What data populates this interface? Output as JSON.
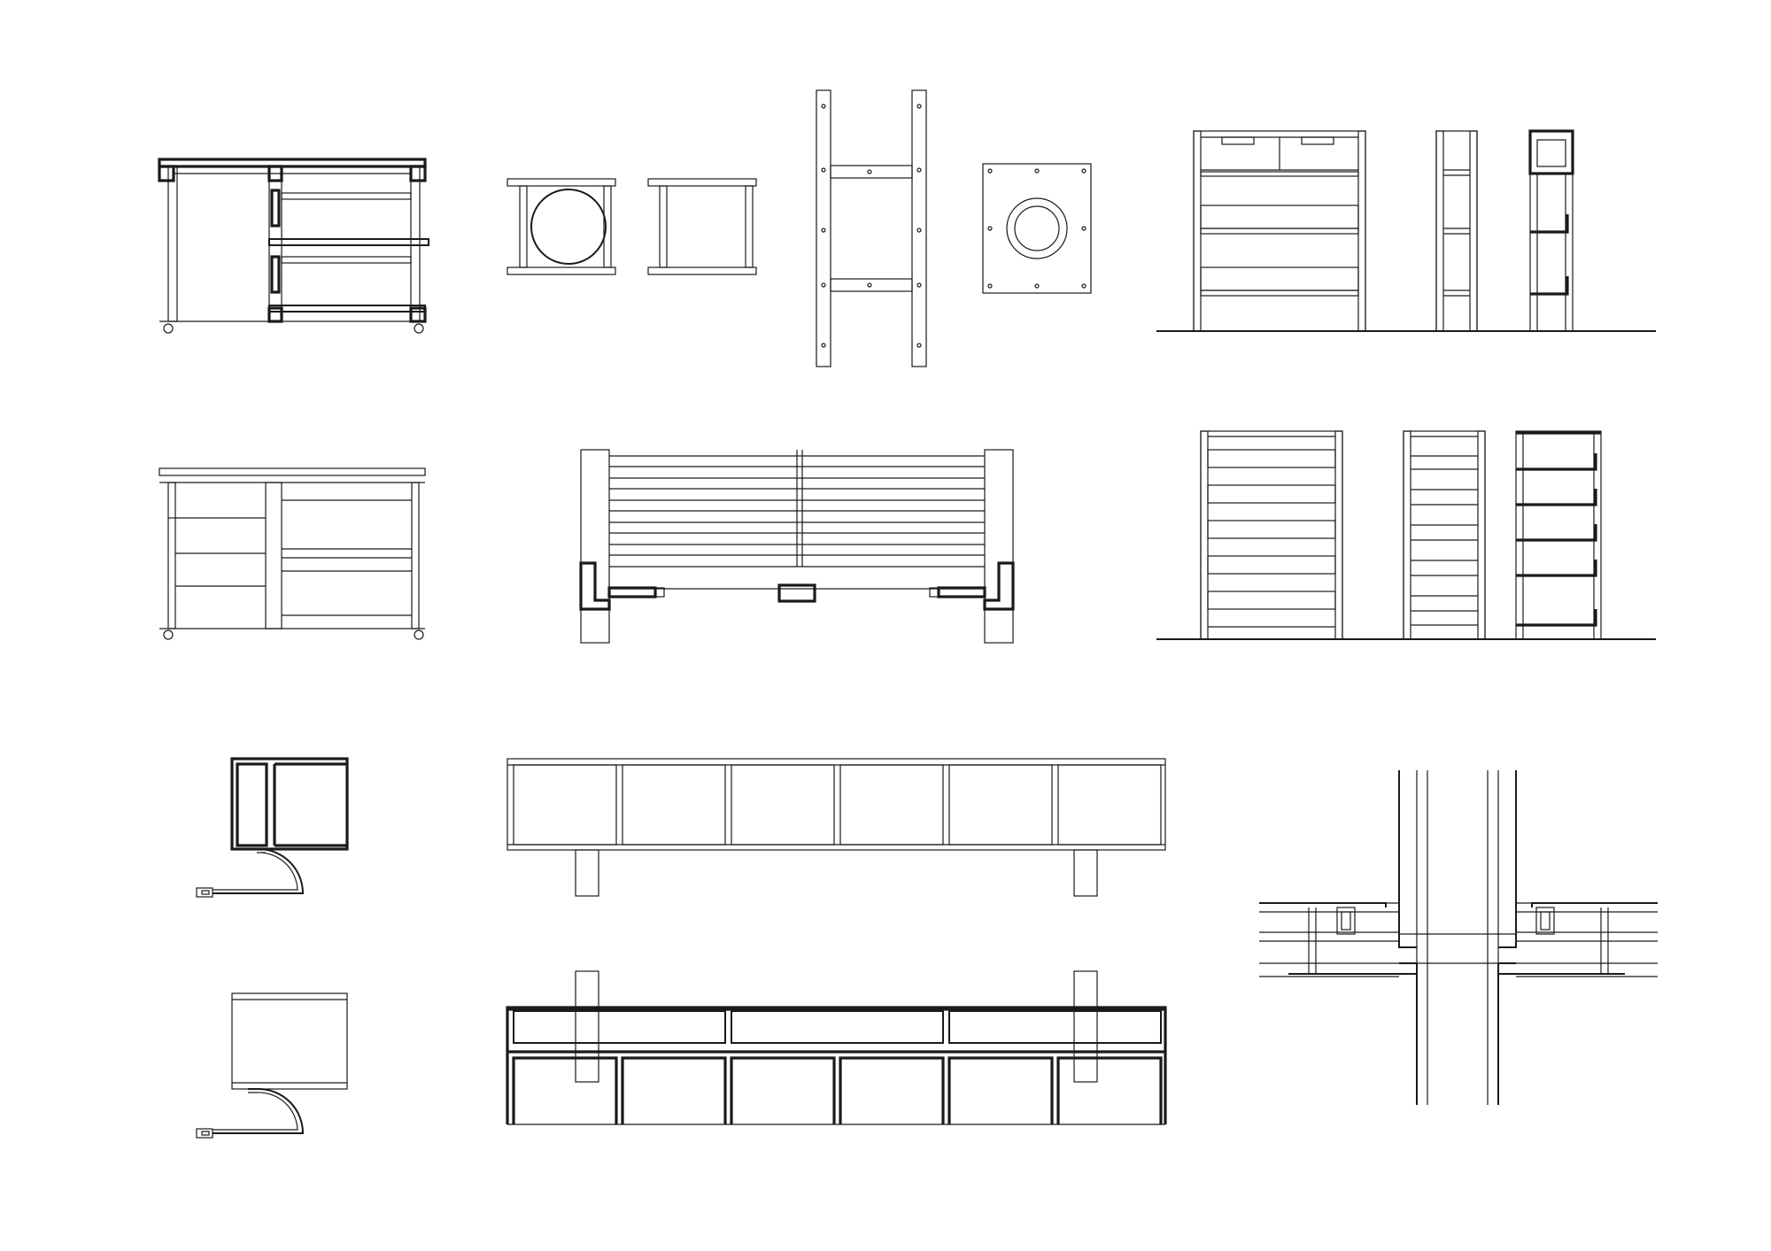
{
  "sheet": {
    "background": "#ffffff",
    "ink": "#1a1a1a"
  },
  "drawings": [
    {
      "id": "cart-front-elevation",
      "kind": "elevation"
    },
    {
      "id": "stool-plan",
      "kind": "plan"
    },
    {
      "id": "stool-side",
      "kind": "elevation"
    },
    {
      "id": "ladder-frame",
      "kind": "elevation"
    },
    {
      "id": "square-plate",
      "kind": "plan"
    },
    {
      "id": "drawer-unit-front",
      "kind": "elevation"
    },
    {
      "id": "drawer-unit-side",
      "kind": "elevation"
    },
    {
      "id": "drawer-unit-section",
      "kind": "section"
    },
    {
      "id": "cart-rear-elevation",
      "kind": "elevation"
    },
    {
      "id": "bench-slatted",
      "kind": "elevation"
    },
    {
      "id": "shelf-unit-front",
      "kind": "elevation"
    },
    {
      "id": "shelf-unit-side",
      "kind": "elevation"
    },
    {
      "id": "shelf-unit-section",
      "kind": "section"
    },
    {
      "id": "side-table-section",
      "kind": "section"
    },
    {
      "id": "side-table-elevation",
      "kind": "elevation"
    },
    {
      "id": "long-sideboard-elevation",
      "kind": "elevation"
    },
    {
      "id": "long-sideboard-section",
      "kind": "section"
    },
    {
      "id": "junction-detail",
      "kind": "detail"
    }
  ]
}
